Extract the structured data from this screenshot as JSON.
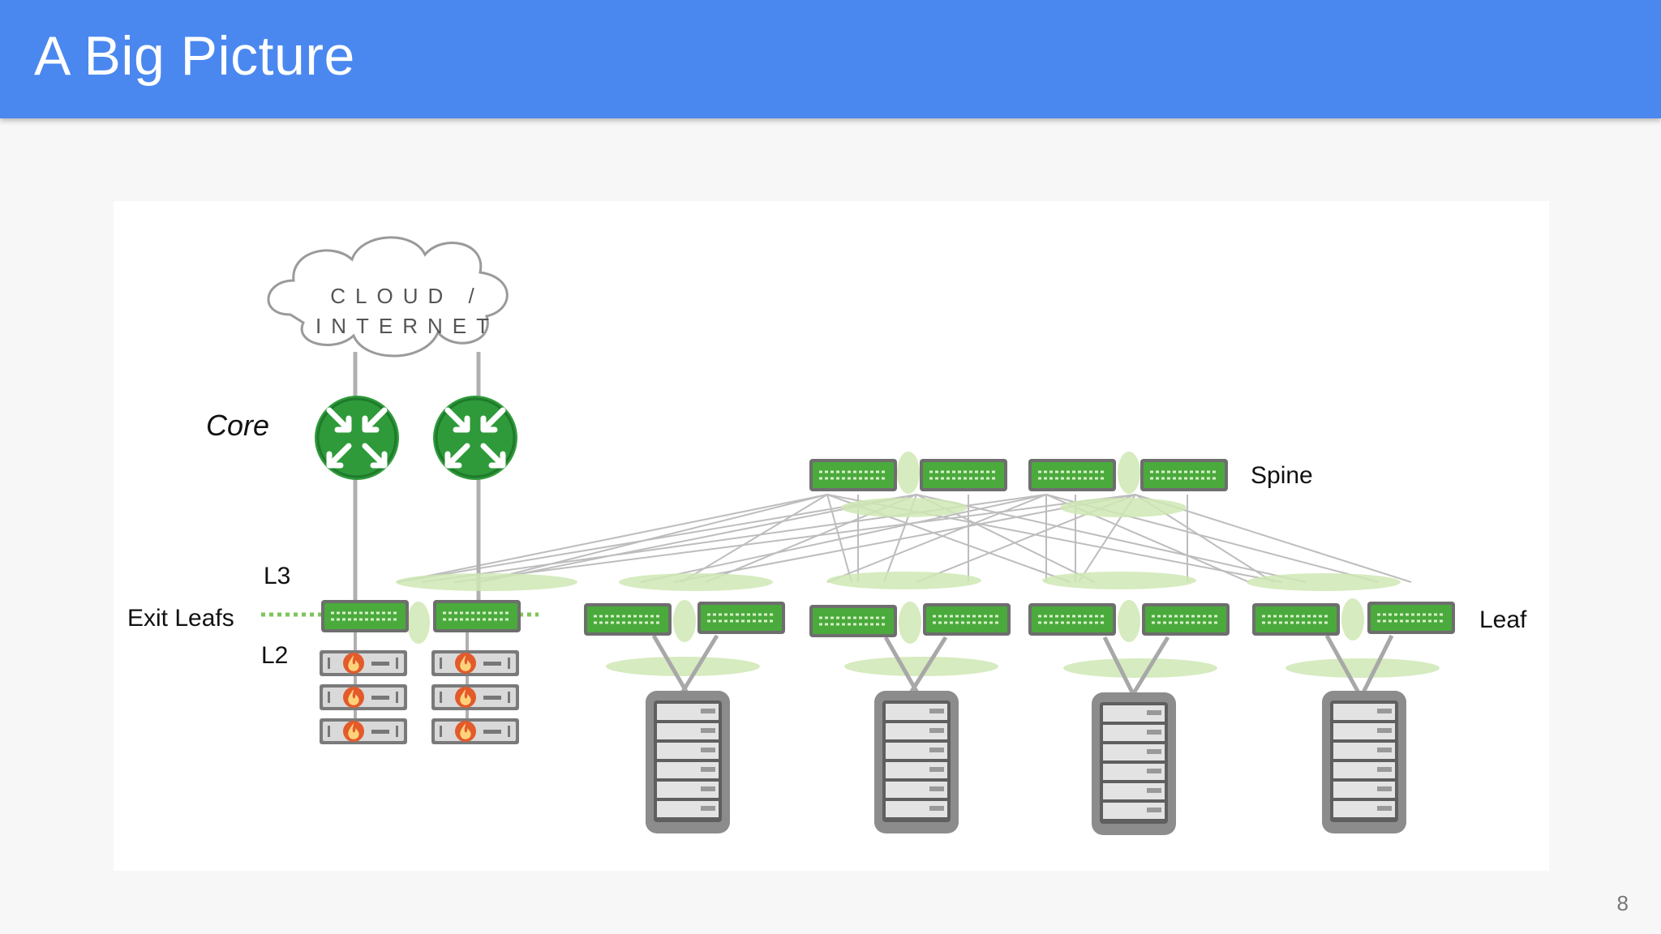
{
  "slide": {
    "title": "A Big Picture",
    "page_number": "8"
  },
  "diagram": {
    "cloud_line1": "CLOUD /",
    "cloud_line2": "INTERNET",
    "labels": {
      "core": "Core",
      "l3": "L3",
      "exit_leafs": "Exit Leafs",
      "l2": "L2",
      "spine": "Spine",
      "leaf": "Leaf"
    }
  },
  "colors": {
    "header": "#4a88f0",
    "switch_green": "#4aaa3c",
    "router_green": "#2e9a3a",
    "halo_green": "#cfe8b4",
    "server_gray": "#8c8c8c",
    "firewall_red": "#e35a2b"
  }
}
